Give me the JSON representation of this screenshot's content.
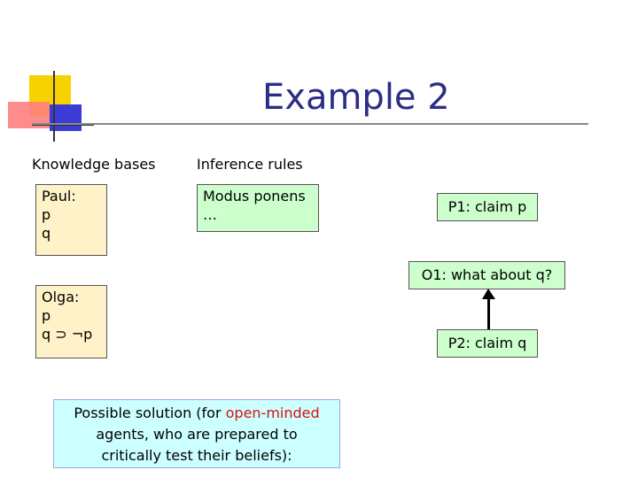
{
  "title": "Example 2",
  "headers": {
    "knowledge_bases": "Knowledge bases",
    "inference_rules": "Inference rules"
  },
  "paul_kb": [
    "Paul:",
    "p",
    "q"
  ],
  "olga_kb": [
    "Olga:",
    "p",
    "q ⊃ ¬p"
  ],
  "rules": [
    "Modus ponens",
    "…"
  ],
  "dialogue": {
    "p1": "P1: claim p",
    "o1": "O1: what about q?",
    "p2": "P2: claim q"
  },
  "solution": {
    "line1_before": "Possible solution (for ",
    "line1_highlight": "open-minded",
    "line2": "agents, who are prepared to",
    "line3": "critically test their beliefs):"
  },
  "colors": {
    "title": "#2b2e86",
    "kb_box": "#fff2c8",
    "move_box": "#ccffcc",
    "solution_box": "#ccffff",
    "highlight": "#dd1111"
  }
}
